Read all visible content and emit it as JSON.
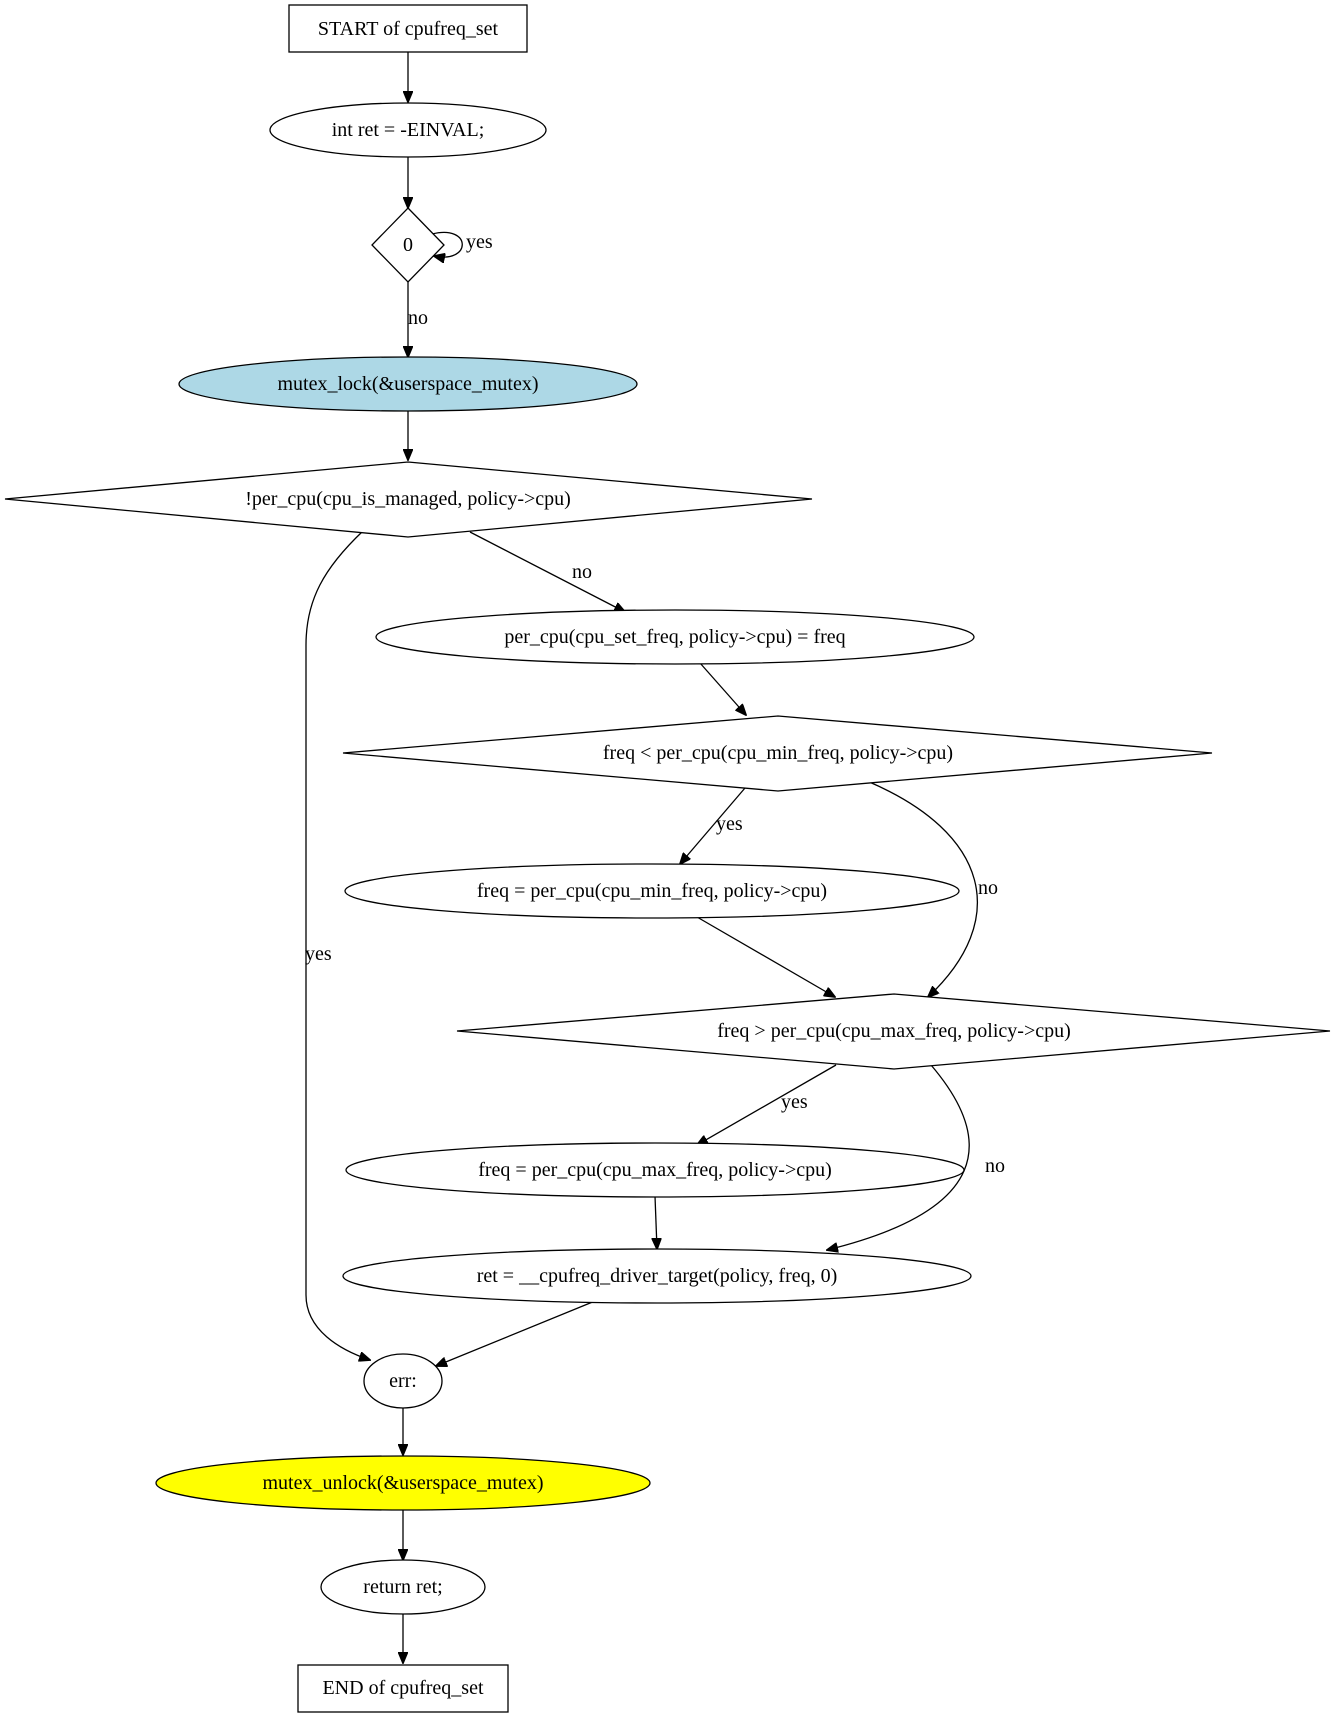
{
  "nodes": {
    "start": {
      "label": "START of cpufreq_set",
      "shape": "box"
    },
    "init_ret": {
      "label": "int ret = -EINVAL;",
      "shape": "ellipse"
    },
    "cond_zero": {
      "label": "0",
      "shape": "diamond"
    },
    "mutex_lock": {
      "label": "mutex_lock(&userspace_mutex)",
      "shape": "ellipse",
      "fill": "#add8e6"
    },
    "cond_managed": {
      "label": "!per_cpu(cpu_is_managed, policy->cpu)",
      "shape": "diamond"
    },
    "set_freq": {
      "label": "per_cpu(cpu_set_freq, policy->cpu) = freq",
      "shape": "ellipse"
    },
    "cond_min": {
      "label": "freq < per_cpu(cpu_min_freq, policy->cpu)",
      "shape": "diamond"
    },
    "assign_min": {
      "label": "freq = per_cpu(cpu_min_freq, policy->cpu)",
      "shape": "ellipse"
    },
    "cond_max": {
      "label": "freq > per_cpu(cpu_max_freq, policy->cpu)",
      "shape": "diamond"
    },
    "assign_max": {
      "label": "freq = per_cpu(cpu_max_freq, policy->cpu)",
      "shape": "ellipse"
    },
    "driver_target": {
      "label": "ret = __cpufreq_driver_target(policy, freq, 0)",
      "shape": "ellipse"
    },
    "err": {
      "label": "err:",
      "shape": "ellipse"
    },
    "mutex_unlock": {
      "label": "mutex_unlock(&userspace_mutex)",
      "shape": "ellipse",
      "fill": "#ffff00"
    },
    "return_ret": {
      "label": "return ret;",
      "shape": "ellipse"
    },
    "end": {
      "label": "END of cpufreq_set",
      "shape": "box"
    }
  },
  "edges": [
    {
      "from": "start",
      "to": "init_ret",
      "label": ""
    },
    {
      "from": "init_ret",
      "to": "cond_zero",
      "label": ""
    },
    {
      "from": "cond_zero",
      "to": "cond_zero",
      "label": "yes"
    },
    {
      "from": "cond_zero",
      "to": "mutex_lock",
      "label": "no"
    },
    {
      "from": "mutex_lock",
      "to": "cond_managed",
      "label": ""
    },
    {
      "from": "cond_managed",
      "to": "err",
      "label": "yes"
    },
    {
      "from": "cond_managed",
      "to": "set_freq",
      "label": "no"
    },
    {
      "from": "set_freq",
      "to": "cond_min",
      "label": ""
    },
    {
      "from": "cond_min",
      "to": "assign_min",
      "label": "yes"
    },
    {
      "from": "cond_min",
      "to": "cond_max",
      "label": "no"
    },
    {
      "from": "assign_min",
      "to": "cond_max",
      "label": ""
    },
    {
      "from": "cond_max",
      "to": "assign_max",
      "label": "yes"
    },
    {
      "from": "cond_max",
      "to": "driver_target",
      "label": "no"
    },
    {
      "from": "assign_max",
      "to": "driver_target",
      "label": ""
    },
    {
      "from": "driver_target",
      "to": "err",
      "label": ""
    },
    {
      "from": "err",
      "to": "mutex_unlock",
      "label": ""
    },
    {
      "from": "mutex_unlock",
      "to": "return_ret",
      "label": ""
    },
    {
      "from": "return_ret",
      "to": "end",
      "label": ""
    }
  ]
}
